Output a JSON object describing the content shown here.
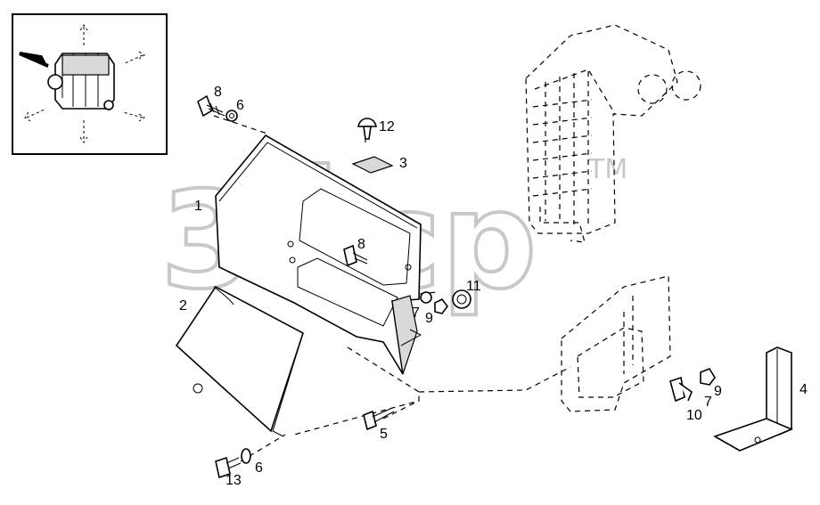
{
  "corner_code": "",
  "watermark": {
    "text": "3Ücp",
    "tm": "TM"
  },
  "callouts": [
    {
      "id": "c8a",
      "label": "8"
    },
    {
      "id": "c6a",
      "label": "6"
    },
    {
      "id": "c12",
      "label": "12"
    },
    {
      "id": "c3",
      "label": "3"
    },
    {
      "id": "c1",
      "label": "1"
    },
    {
      "id": "c8b",
      "label": "8"
    },
    {
      "id": "c11",
      "label": "11"
    },
    {
      "id": "c7a",
      "label": "7"
    },
    {
      "id": "c9a",
      "label": "9"
    },
    {
      "id": "c2",
      "label": "2"
    },
    {
      "id": "c5",
      "label": "5"
    },
    {
      "id": "c6b",
      "label": "6"
    },
    {
      "id": "c13",
      "label": "13"
    },
    {
      "id": "c4",
      "label": "4"
    },
    {
      "id": "c7b",
      "label": "7"
    },
    {
      "id": "c9b",
      "label": "9"
    },
    {
      "id": "c10",
      "label": "10"
    }
  ],
  "icons": {
    "inset": "locator-inset-icon",
    "bolt": "bolt-icon",
    "washer": "washer-icon",
    "nut": "nut-icon",
    "clip": "clip-icon"
  }
}
